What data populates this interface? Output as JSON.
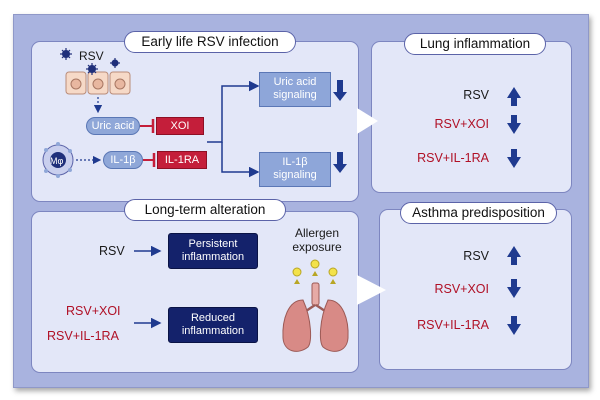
{
  "colors": {
    "frame": "#a9b3df",
    "panel": "#e3e7f8",
    "navy_arrow": "#1f3a8f",
    "red_text": "#b01026",
    "red_box": "#c41e3a",
    "signal_box": "#8ea6d9",
    "dark_box": "#14226b",
    "allergen": "#f3e24a",
    "lung": "#d88a86"
  },
  "early_panel": {
    "title": "Early life RSV infection",
    "rsv_label": "RSV",
    "uric_acid": "Uric acid",
    "xoi": "XOI",
    "macrophage": "Mφ",
    "il1b": "IL-1β",
    "il1ra": "IL-1RA",
    "uric_signal": "Uric acid\nsignaling",
    "il1b_signal": "IL-1β\nsignaling",
    "uric_signal_direction": "down",
    "il1b_signal_direction": "down"
  },
  "lung_panel": {
    "title": "Lung inflammation",
    "rows": [
      {
        "label": "RSV",
        "direction": "up"
      },
      {
        "label": "RSV+XOI",
        "direction": "down"
      },
      {
        "label": "RSV+IL-1RA",
        "direction": "down"
      }
    ]
  },
  "long_panel": {
    "title": "Long-term alteration",
    "rsv_label": "RSV",
    "persistent": "Persistent\ninflammation",
    "xoi_label": "RSV+XOI",
    "il1ra_label": "RSV+IL-1RA",
    "reduced": "Reduced\ninflammation",
    "allergen": "Allergen\nexposure",
    "lungs_icon": "lungs-icon"
  },
  "asthma_panel": {
    "title": "Asthma predisposition",
    "rows": [
      {
        "label": "RSV",
        "direction": "up"
      },
      {
        "label": "RSV+XOI",
        "direction": "down"
      },
      {
        "label": "RSV+IL-1RA",
        "direction": "down"
      }
    ]
  }
}
